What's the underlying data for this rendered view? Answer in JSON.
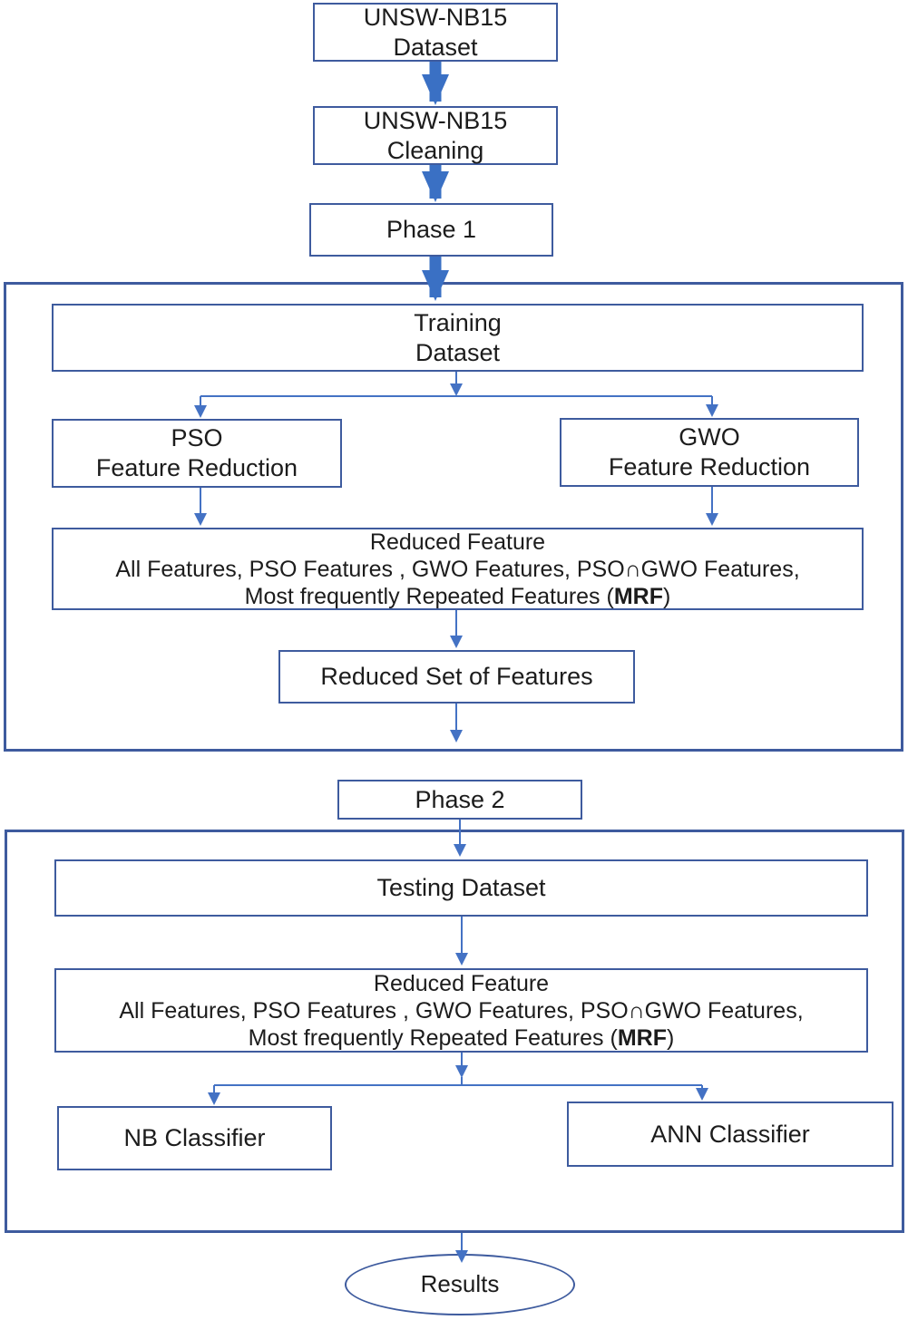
{
  "diagram": {
    "nodes": {
      "dataset": {
        "label": "UNSW-NB15\nDataset"
      },
      "cleaning": {
        "label": "UNSW-NB15\nCleaning"
      },
      "phase1": {
        "label": "Phase 1"
      },
      "training": {
        "label": "Training\nDataset"
      },
      "pso": {
        "label": "PSO\nFeature Reduction"
      },
      "gwo": {
        "label": "GWO\nFeature Reduction"
      },
      "reduced_train": {
        "title": "Reduced Feature",
        "line2": "All Features, PSO Features , GWO Features, PSO∩GWO Features,",
        "line3_pre": "Most frequently Repeated Features (",
        "line3_bold": "MRF",
        "line3_post": ")"
      },
      "reduced_set": {
        "label": "Reduced Set of Features"
      },
      "phase2": {
        "label": "Phase 2"
      },
      "testing": {
        "label": "Testing Dataset"
      },
      "reduced_test": {
        "title": "Reduced Feature",
        "line2": "All Features, PSO Features , GWO Features, PSO∩GWO Features,",
        "line3_pre": "Most frequently Repeated Features (",
        "line3_bold": "MRF",
        "line3_post": ")"
      },
      "nb": {
        "label": "NB Classifier"
      },
      "ann": {
        "label": "ANN Classifier"
      },
      "results": {
        "label": "Results"
      }
    },
    "colors": {
      "box_border": "#3e5b9e",
      "container_border": "#3e5b9e",
      "arrow_thin": "#4472c4",
      "arrow_thick": "#3a70c4",
      "text": "#1c1c1c",
      "background": "#ffffff"
    }
  }
}
